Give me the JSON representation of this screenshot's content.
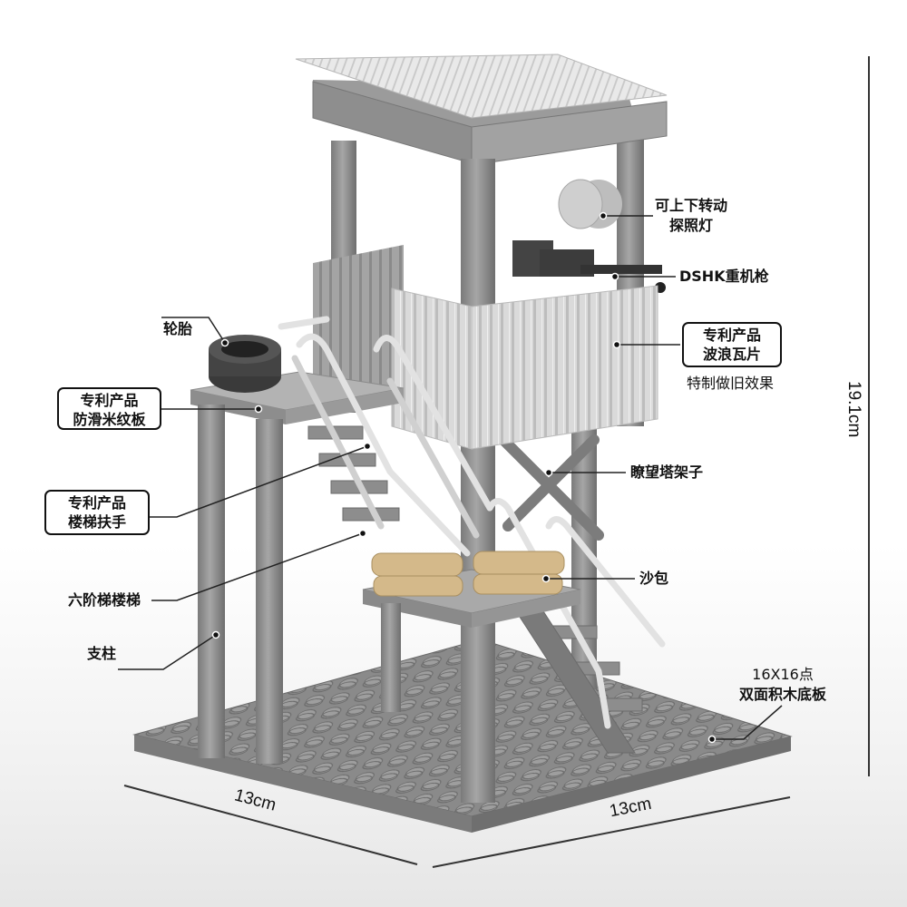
{
  "labels": {
    "searchlight": {
      "line1": "可上下转动",
      "line2": "探照灯"
    },
    "machine_gun": "DSHK重机枪",
    "corrugated_panel": {
      "line1": "专利产品",
      "line2": "波浪瓦片",
      "note": "特制做旧效果"
    },
    "tire": "轮胎",
    "anti_slip_plate": {
      "line1": "专利产品",
      "line2": "防滑米纹板"
    },
    "stair_handrail": {
      "line1": "专利产品",
      "line2": "楼梯扶手"
    },
    "tower_frame": "瞭望塔架子",
    "six_step_stairs": "六阶梯楼梯",
    "sandbags": "沙包",
    "pillar": "支柱",
    "baseplate": {
      "line1": "16X16点",
      "line2": "双面积木底板"
    }
  },
  "dimensions": {
    "height": "19.1cm",
    "width_left": "13cm",
    "width_right": "13cm"
  },
  "colors": {
    "brick_gray": "#8c8c8c",
    "brick_light": "#a9a9a9",
    "brick_dark": "#6b6b6b",
    "panel_light": "#d8d8d8",
    "railing": "#e4e4e4",
    "sandbag_tan": "#d4b98a",
    "tire_dark": "#3a3a3a"
  }
}
